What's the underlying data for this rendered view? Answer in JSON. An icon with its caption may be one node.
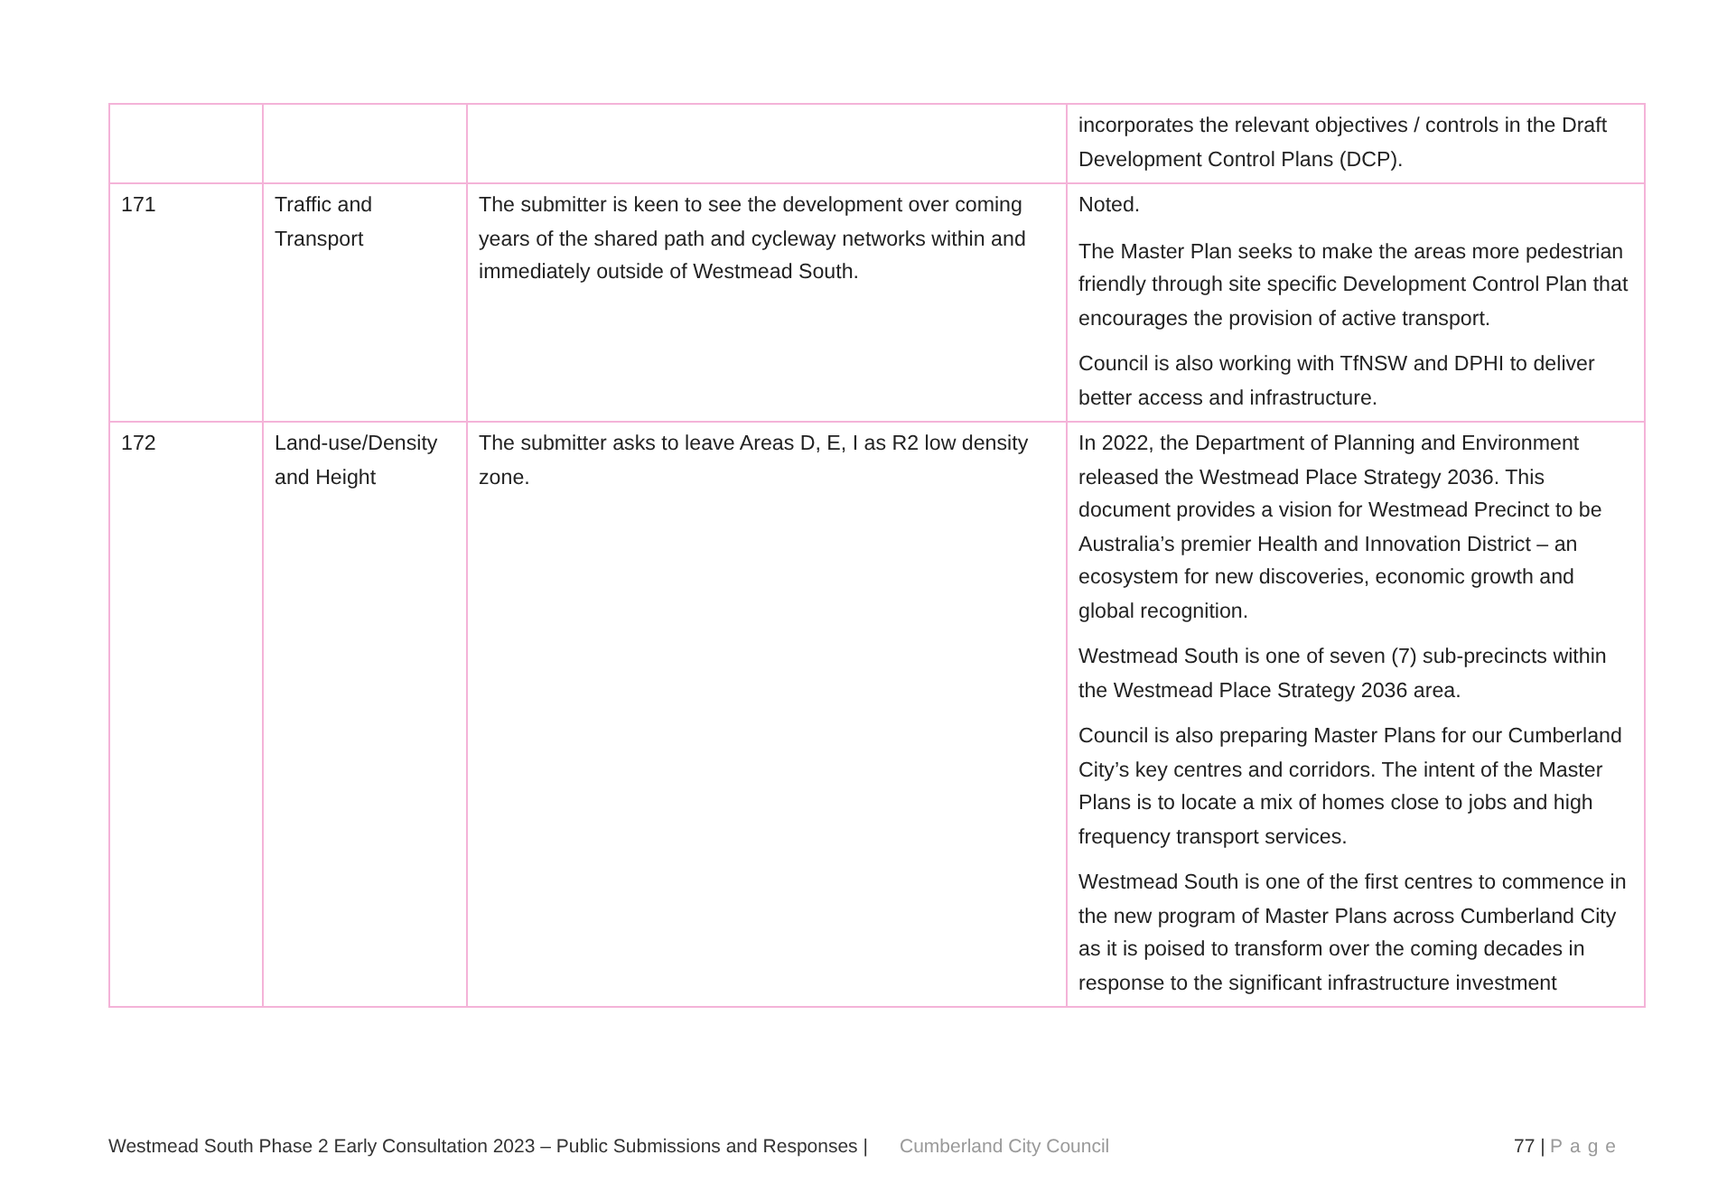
{
  "diagram": {
    "labels": [
      "incorporates the relevant objectives / controls in the Draft Development Control Plans (DCP).",
      "171",
      "Traffic and Transport",
      "The submitter is keen to see the development over coming years of the shared path and cycleway networks within and immediately outside of Westmead South.",
      "Noted.",
      "The Master Plan seeks to make the areas more pedestrian friendly through site specific Development Control Plan that encourages the provision of active transport.",
      "Council is also working with TfNSW and DPHI to deliver better access and infrastructure.",
      "172",
      "Land-use/Density and Height",
      "The submitter asks to leave Areas D, E, I as R2 low density zone.",
      "In 2022, the Department of Planning and Environment released the Westmead Place Strategy 2036. This document provides a vision for Westmead Precinct to be Australia’s premier Health and Innovation District – an ecosystem for new discoveries, economic growth and global recognition.",
      "Westmead South is one of seven (7) sub-precincts within the Westmead Place Strategy 2036 area.",
      "Council is also preparing Master Plans for our Cumberland City’s key centres and corridors. The intent of the Master Plans is to locate a mix of homes close to jobs and high frequency transport services.",
      "Westmead South is one of the first centres to commence in the new program of Master Plans across Cumberland City as it is poised to transform over the coming decades in response to the significant infrastructure investment",
      "Westmead South Phase 2 Early Consultation 2023 – Public Submissions and Responses |",
      "Cumberland City Council",
      "77 |",
      "Page"
    ]
  }
}
